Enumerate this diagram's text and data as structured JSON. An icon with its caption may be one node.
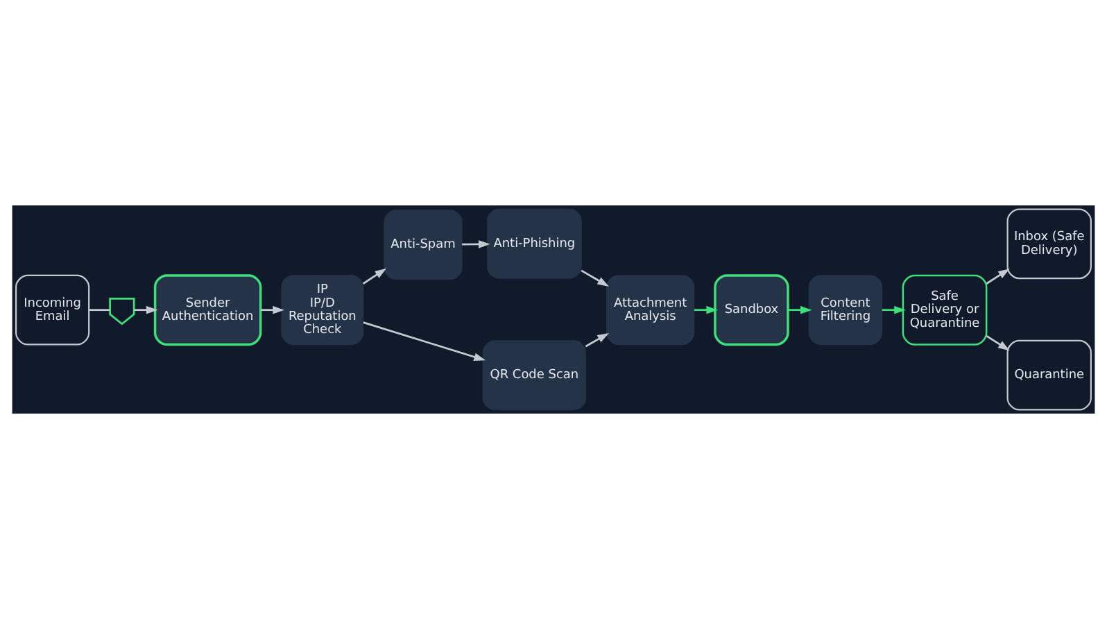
{
  "diagram": {
    "nodes": [
      {
        "text": [
          "Incoming Email"
        ]
      },
      {
        "text": [],
        "shape": "shield"
      },
      {
        "text": [
          "Sender Authentication"
        ]
      },
      {
        "text": [
          "IP",
          "IP/D",
          "Reputation Check"
        ]
      },
      {
        "text": [
          "Anti-Spam"
        ]
      },
      {
        "text": [
          "Anti-Phishing"
        ]
      },
      {
        "text": [
          "QR Code Scan"
        ]
      },
      {
        "text": [
          "Attachment Analysis"
        ]
      },
      {
        "text": [
          "Sandbox"
        ]
      },
      {
        "text": [
          "Content Filtering"
        ]
      },
      {
        "text": [
          "Safe Delivery or Quarantine"
        ]
      },
      {
        "text": [
          "Inbox (Safe Delivery)"
        ]
      },
      {
        "text": [
          "Quarantine"
        ]
      }
    ],
    "edges": [
      {
        "from": 0,
        "to": 1,
        "arrow": "none"
      },
      {
        "from": 1,
        "to": 2,
        "arrow": "to"
      },
      {
        "from": 2,
        "to": 3,
        "arrow": "to"
      },
      {
        "from": 3,
        "to": 4,
        "arrow": "to"
      },
      {
        "from": 3,
        "to": 6,
        "arrow": "to"
      },
      {
        "from": 4,
        "to": 5,
        "arrow": "to"
      },
      {
        "from": 5,
        "to": 7,
        "arrow": "to"
      },
      {
        "from": 6,
        "to": 7,
        "arrow": "to"
      },
      {
        "from": 7,
        "to": 8,
        "arrow": "to",
        "color": "#3ee07a"
      },
      {
        "from": 8,
        "to": 9,
        "arrow": "to",
        "color": "#3ee07a"
      },
      {
        "from": 9,
        "to": 10,
        "arrow": "to",
        "color": "#3ee07a"
      },
      {
        "from": 10,
        "to": 11,
        "arrow": "to"
      },
      {
        "from": 10,
        "to": 12,
        "arrow": "to"
      }
    ]
  }
}
